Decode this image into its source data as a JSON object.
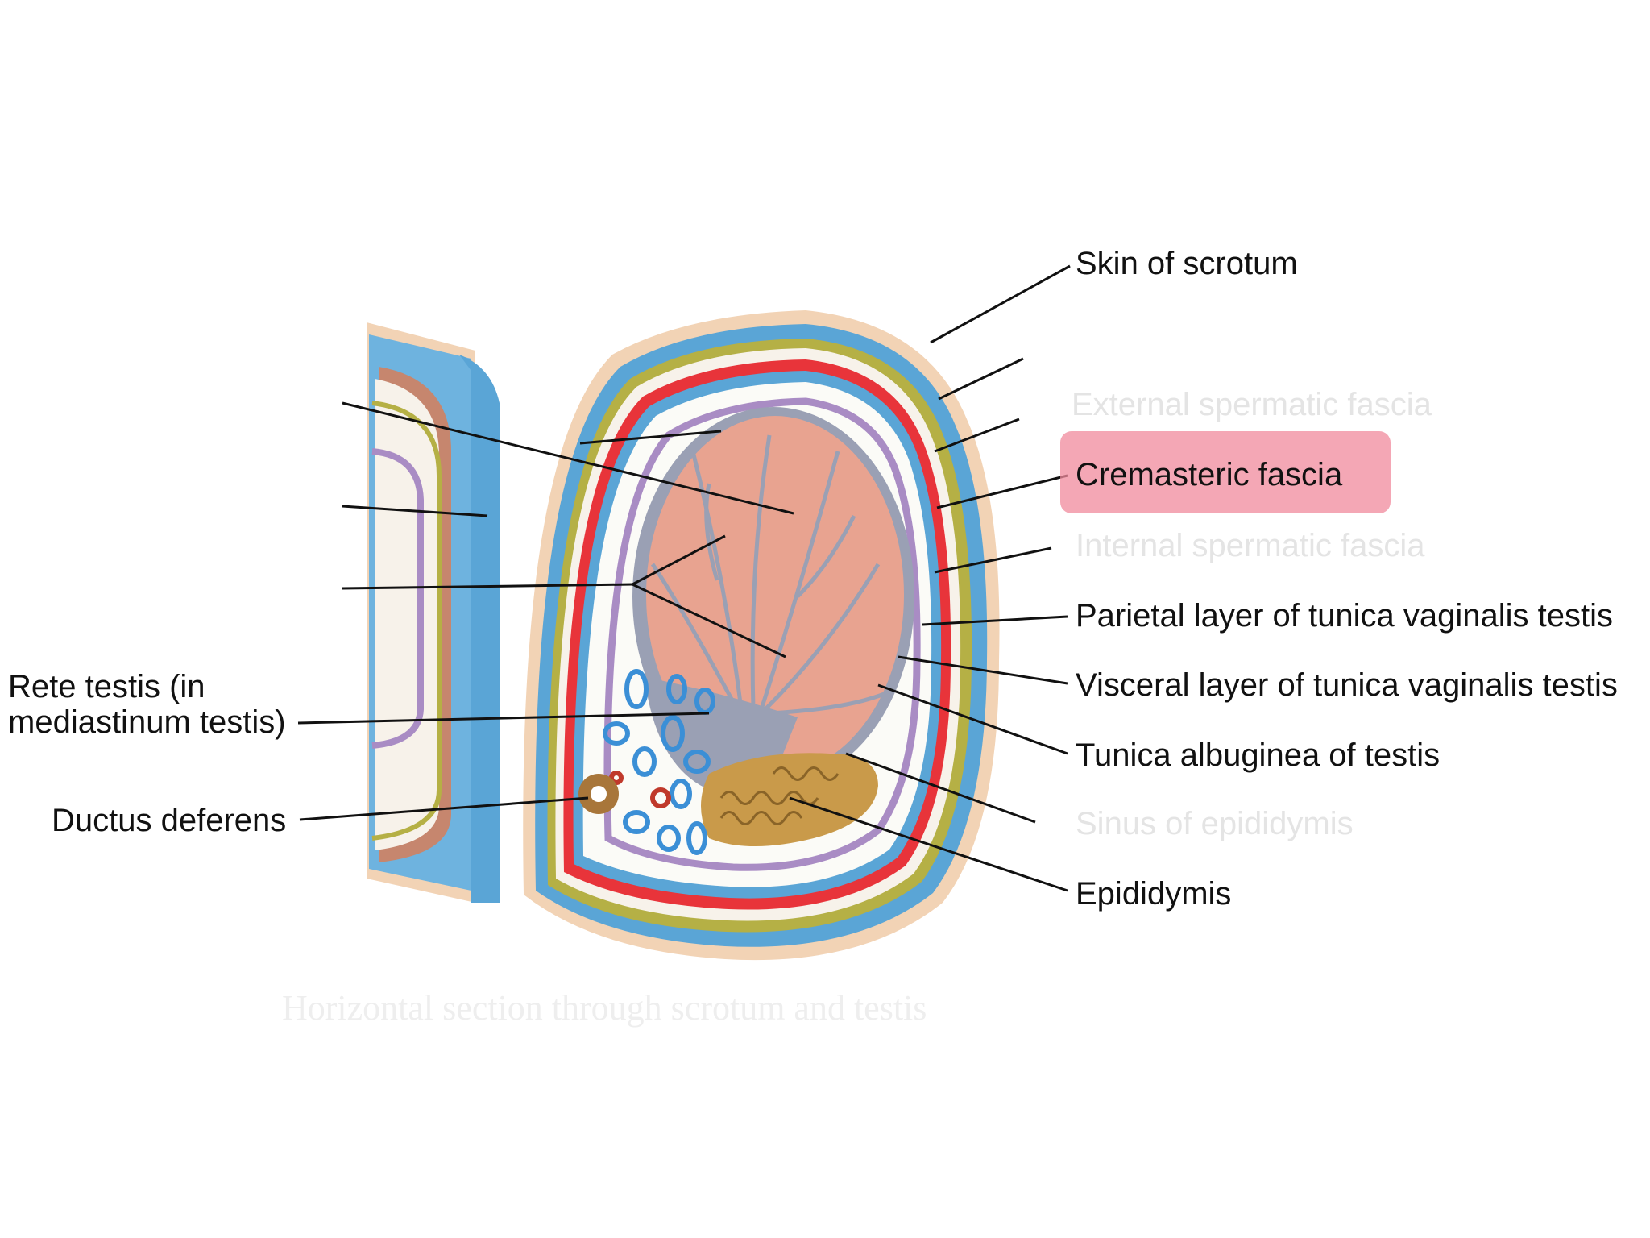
{
  "highlight_color": "#f08a9c",
  "labels": {
    "skin": "Skin of scrotum",
    "external_spermatic_fascia": "External spermatic fascia",
    "cremasteric_fascia": "Cremasteric fascia",
    "internal_spermatic_fascia": "Internal spermatic fascia",
    "parietal": "Parietal layer of tunica vaginalis testis",
    "visceral": "Visceral layer of tunica vaginalis testis",
    "albuginea": "Tunica albuginea of testis",
    "sinus": "Sinus of epididymis",
    "epididymis": "Epididymis",
    "rete_line1": "Rete testis (in",
    "rete_line2": "mediastinum testis)",
    "ductus": "Ductus deferens"
  },
  "title": "Horizontal section through scrotum and testis",
  "highlighted_label": "Cremasteric fascia",
  "colors": {
    "skin": "#f2d3b5",
    "dartos_blue": "#56a6d8",
    "olive": "#b5b045",
    "red": "#e8343a",
    "purple": "#a98cc4",
    "testis": "#e8a390",
    "septa": "#9aa0b4",
    "epididymis": "#c99a4a"
  }
}
